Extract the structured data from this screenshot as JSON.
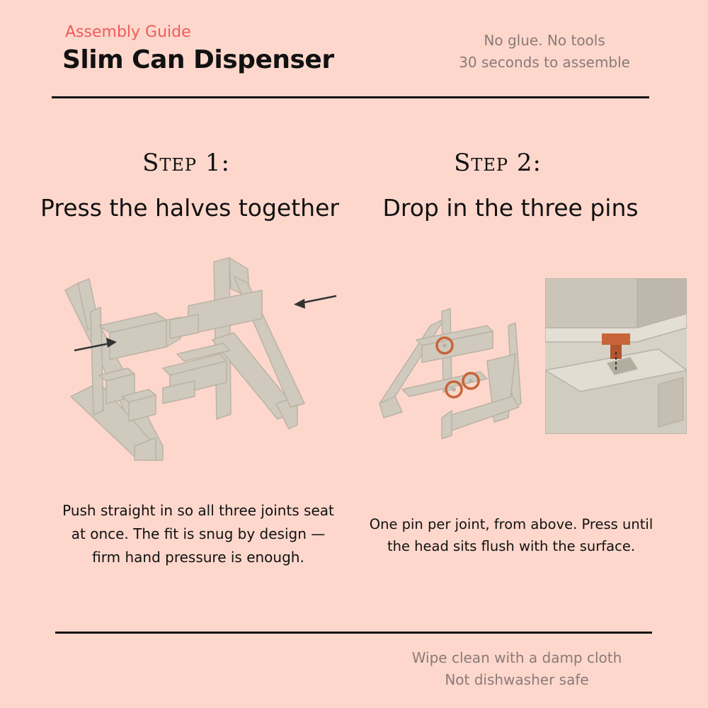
{
  "header": {
    "kicker": "Assembly Guide",
    "title": "Slim Can Dispenser",
    "note_line1": "No glue. No tools",
    "note_line2": "30 seconds to assemble"
  },
  "step1": {
    "title": "Step 1:",
    "subtitle": "Press the halves together",
    "desc_line1": "Push straight in so all three joints seat",
    "desc_line2": "at once. The fit is snug by design —",
    "desc_line3": "firm hand pressure is enough."
  },
  "step2": {
    "title": "Step 2:",
    "subtitle": "Drop in the three pins",
    "desc_line1": "One pin per joint, from above. Press until",
    "desc_line2": "the head sits flush with the surface."
  },
  "footer": {
    "line1": "Wipe clean with a damp cloth",
    "line2": "Not dishwasher safe"
  },
  "colors": {
    "background": "#fdd7cc",
    "accent": "#ef5b5b",
    "muted_text": "#8a7a78",
    "part": "#cfcabd",
    "pin": "#c8643a"
  }
}
